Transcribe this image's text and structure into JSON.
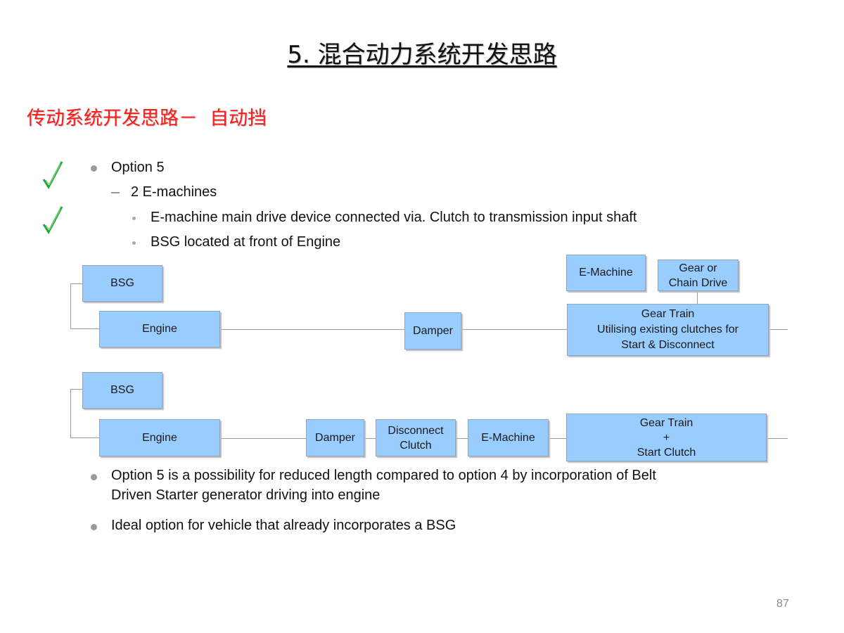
{
  "slide": {
    "title": "5.  混合动力系统开发思路",
    "subtitle": "传动系统开发思路－  自动挡",
    "page_number": "87"
  },
  "bullets": {
    "l1_option": "Option 5",
    "l2_emachines": "2 E-machines",
    "l3_main_drive": "E-machine main drive device connected via. Clutch to transmission input shaft",
    "l3_bsg": "BSG located at front of Engine",
    "note1_line1": "Option 5 is a possibility for reduced length compared to option 4 by incorporation of Belt",
    "note1_line2": "Driven Starter generator driving into engine",
    "note2": "Ideal option for vehicle that already incorporates a BSG"
  },
  "icons": {
    "check": "check-mark-icon",
    "check_color": "#22aa33"
  },
  "diagram1": {
    "bsg": "BSG",
    "engine": "Engine",
    "damper": "Damper",
    "emachine": "E-Machine",
    "gear_chain": [
      "Gear or",
      "Chain Drive"
    ],
    "gear_train": [
      "Gear Train",
      "Utilising existing clutches for",
      "Start & Disconnect"
    ]
  },
  "diagram2": {
    "bsg": "BSG",
    "engine": "Engine",
    "damper": "Damper",
    "disconnect_clutch": [
      "Disconnect",
      "Clutch"
    ],
    "emachine": "E-Machine",
    "gear_train": [
      "Gear Train",
      "+",
      "Start Clutch"
    ]
  },
  "colors": {
    "box_fill": "#99ccff",
    "subtitle": "#ff1a1a",
    "connector": "#9c9c9c"
  }
}
